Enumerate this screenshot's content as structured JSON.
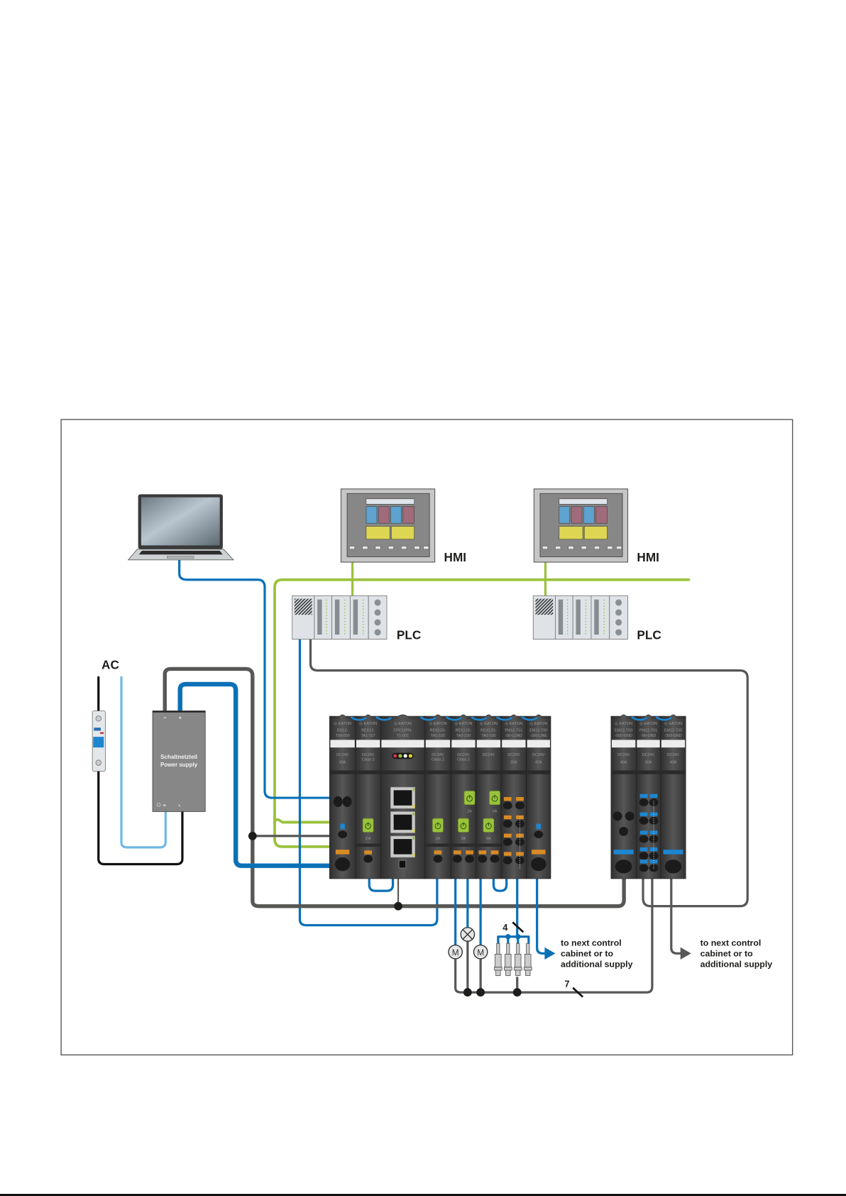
{
  "diagram": {
    "title_labels": {
      "ac": "AC",
      "hmi_1": "HMI",
      "hmi_2": "HMI",
      "plc_1": "PLC",
      "plc_2": "PLC"
    },
    "power_supply": {
      "line1": "Schaltnetzteil",
      "line2": "Power supply",
      "minus": "−",
      "plus": "+",
      "n": "N",
      "l": "L"
    },
    "rack_main": {
      "modules": [
        {
          "brand": "EATON",
          "code1": "EM12-",
          "code2": "T00-000",
          "volt": "DC24V",
          "rating": "40A",
          "type": "supply"
        },
        {
          "brand": "EATON",
          "code1": "REX12-",
          "code2": "TA1-107",
          "volt": "DC24V",
          "rating": "Class 2",
          "type": "rex",
          "channel": "2 A"
        },
        {
          "brand": "EATON",
          "code1": "CPC12PN-",
          "code2": "T1-001",
          "volt": "",
          "rating": "",
          "type": "cpu"
        },
        {
          "brand": "EATON",
          "code1": "REX12D-",
          "code2": "TA1-100",
          "volt": "DC24V",
          "rating": "Class 2",
          "type": "rex",
          "channel": "2A"
        },
        {
          "brand": "EATON",
          "code1": "REX12D-",
          "code2": "TA2-100",
          "volt": "DC24V",
          "rating": "Class 2",
          "type": "rex2",
          "channel": "2A",
          "channel2": "2A"
        },
        {
          "brand": "EATON",
          "code1": "REX12D-",
          "code2": "TA2-100",
          "volt": "DC24V",
          "rating": "",
          "type": "rex2",
          "channel": "6A",
          "channel2": "6A"
        },
        {
          "brand": "EATON",
          "code1": "PM12-T01",
          "code2": "-00-LOAD",
          "volt": "DC24V",
          "rating": "20A",
          "type": "pm"
        },
        {
          "brand": "EATON",
          "code1": "EM12-T00",
          "code2": "-100-LINE",
          "volt": "DC24V",
          "rating": "40A",
          "type": "em"
        }
      ]
    },
    "rack_gnd": {
      "modules": [
        {
          "brand": "EATON",
          "code1": "EM12-T00",
          "code2": "-000-GND",
          "volt": "DC24V",
          "rating": "40A"
        },
        {
          "brand": "EATON",
          "code1": "PM12-T01",
          "code2": "-00-GND",
          "volt": "DC24V",
          "rating": "20A"
        },
        {
          "brand": "EATON",
          "code1": "EM12-T00",
          "code2": "-300-GND",
          "volt": "DC24V",
          "rating": "40A"
        }
      ]
    },
    "bundle_labels": {
      "wires_4": "4",
      "wires_7": "7"
    },
    "arrow_labels": {
      "blue": [
        "to next control",
        "cabinet or to",
        "additional supply"
      ],
      "grey": [
        "to next control",
        "cabinet or to",
        "additional supply"
      ]
    },
    "load_symbols": {
      "motor": "M"
    },
    "colors": {
      "blue": "#0a70b7",
      "light_blue": "#6fb9e6",
      "green": "#9ac23c",
      "grey": "#575756",
      "black": "#111111",
      "module_dark": "#3c3c3b",
      "frame": "#575756"
    }
  }
}
